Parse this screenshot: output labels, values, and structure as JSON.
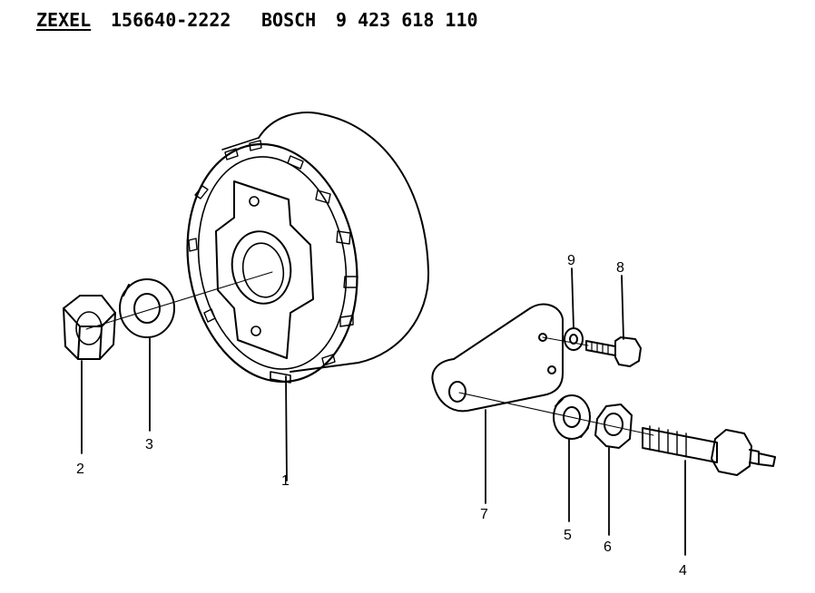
{
  "header": {
    "brand_1": "ZEXEL",
    "part_no_1": "156640-2222",
    "brand_2": "BOSCH",
    "part_no_2": "9 423 618 110"
  },
  "callouts": {
    "c1": "1",
    "c2": "2",
    "c3": "3",
    "c4": "4",
    "c5": "5",
    "c6": "6",
    "c7": "7",
    "c8": "8",
    "c9": "9"
  },
  "colors": {
    "ink": "#000000",
    "paper": "#ffffff"
  }
}
